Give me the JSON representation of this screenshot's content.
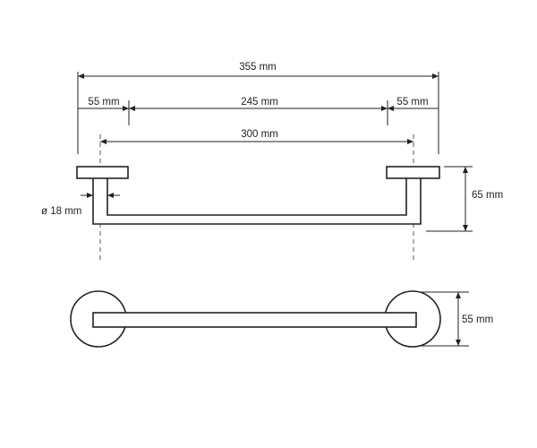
{
  "dimensions": {
    "overall_length": "355 mm",
    "left_mount": "55 mm",
    "bar_span": "245 mm",
    "right_mount": "55 mm",
    "center_distance": "300 mm",
    "rod_diameter": "ø 18 mm",
    "projection": "65 mm",
    "mount_diameter": "55 mm"
  }
}
